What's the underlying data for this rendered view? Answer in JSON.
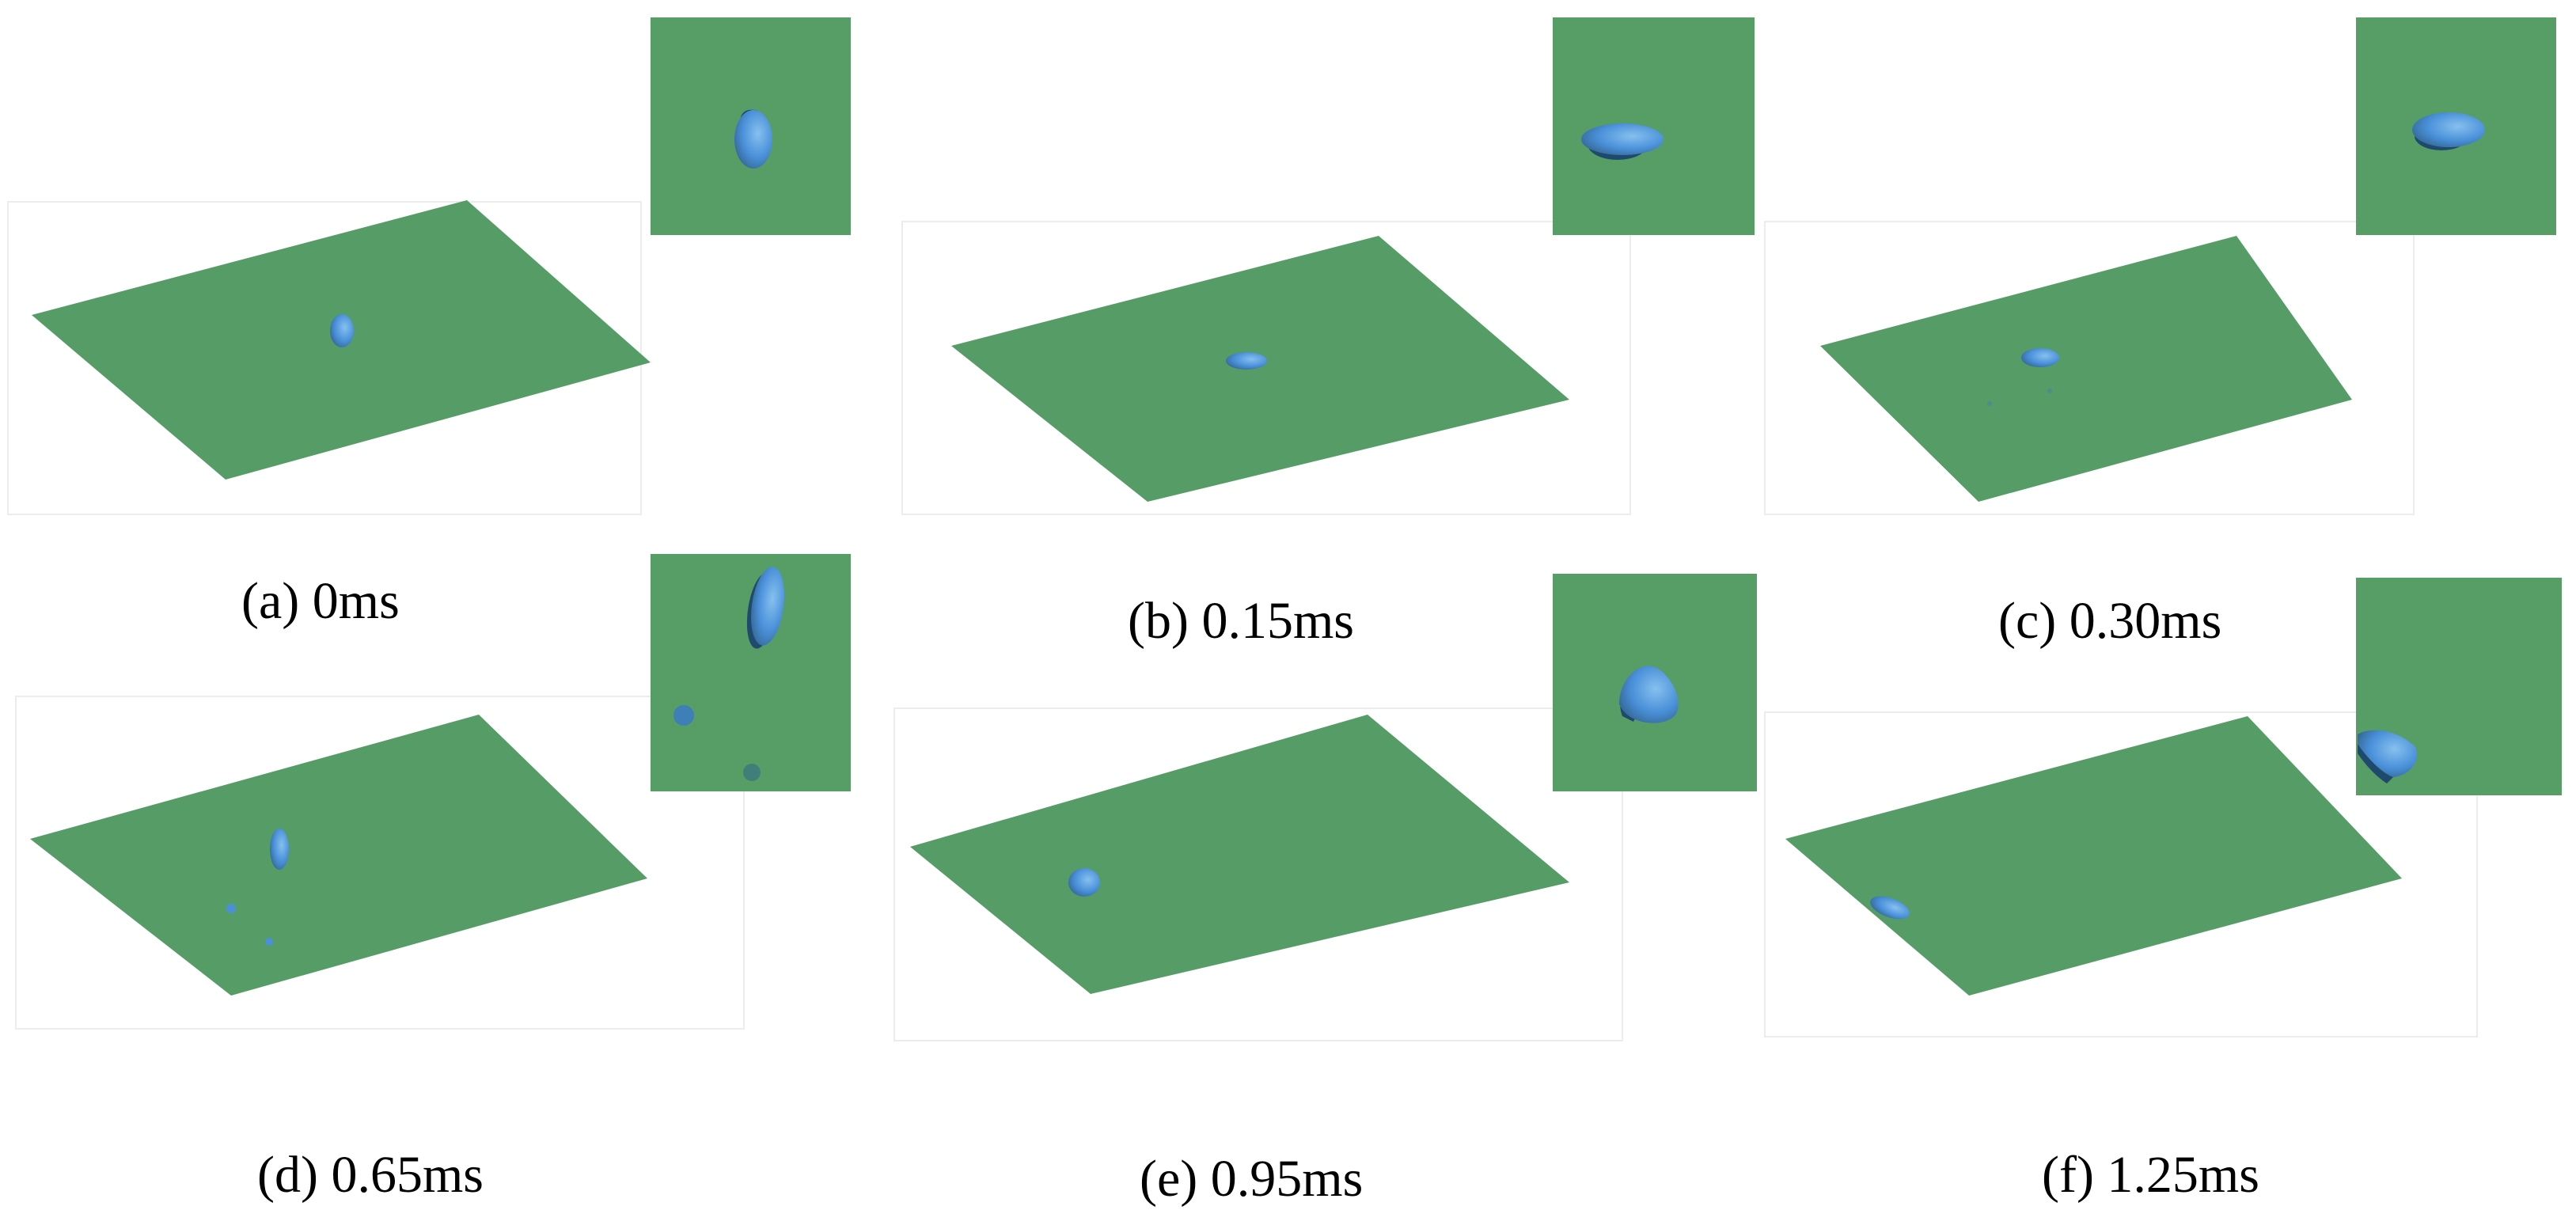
{
  "colors": {
    "plate": "#559c66",
    "inset": "#579d66",
    "droplet": "#4a90d9",
    "droplet_shade": "#2f5f86",
    "droplet_light": "#86c0ee",
    "ghost_frame": "#ececec",
    "background": "#ffffff"
  },
  "panels": [
    {
      "id": "a",
      "caption": "(a) 0ms"
    },
    {
      "id": "b",
      "caption": "(b) 0.15ms"
    },
    {
      "id": "c",
      "caption": "(c) 0.30ms"
    },
    {
      "id": "d",
      "caption": "(d) 0.65ms"
    },
    {
      "id": "e",
      "caption": "(e) 0.95ms"
    },
    {
      "id": "f",
      "caption": "(f) 1.25ms"
    }
  ]
}
